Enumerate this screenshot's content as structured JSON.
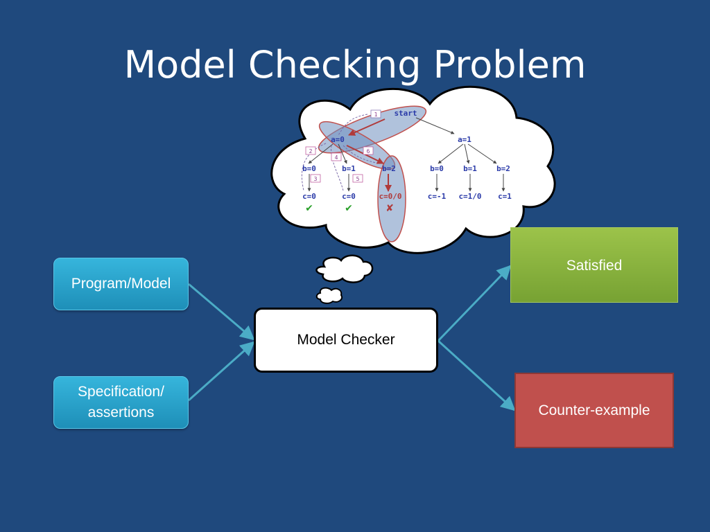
{
  "title": "Model Checking Problem",
  "inputs": {
    "program_label": "Program/Model",
    "spec_label_line1": "Specification/",
    "spec_label_line2": "assertions"
  },
  "checker_label": "Model Checker",
  "outputs": {
    "satisfied_label": "Satisfied",
    "counter_label": "Counter-example"
  },
  "tree": {
    "root": "start",
    "level1": [
      "a=0",
      "a=1"
    ],
    "level2": [
      "b=0",
      "b=1",
      "b=2",
      "b=0",
      "b=1",
      "b=2"
    ],
    "level3": [
      "c=0",
      "c=0",
      "c=0/0",
      "c=-1",
      "c=1/0",
      "c=1"
    ],
    "marks": [
      "✔",
      "✔",
      "✘"
    ],
    "step_labels": [
      "1",
      "2",
      "3",
      "4",
      "5",
      "6"
    ]
  },
  "colors": {
    "background": "#1f497d",
    "input_box": "#2aa3cf",
    "satisfied": "#8db83f",
    "counter": "#c0504d",
    "arrow": "#4bacc6",
    "highlight": "#c0504d"
  }
}
